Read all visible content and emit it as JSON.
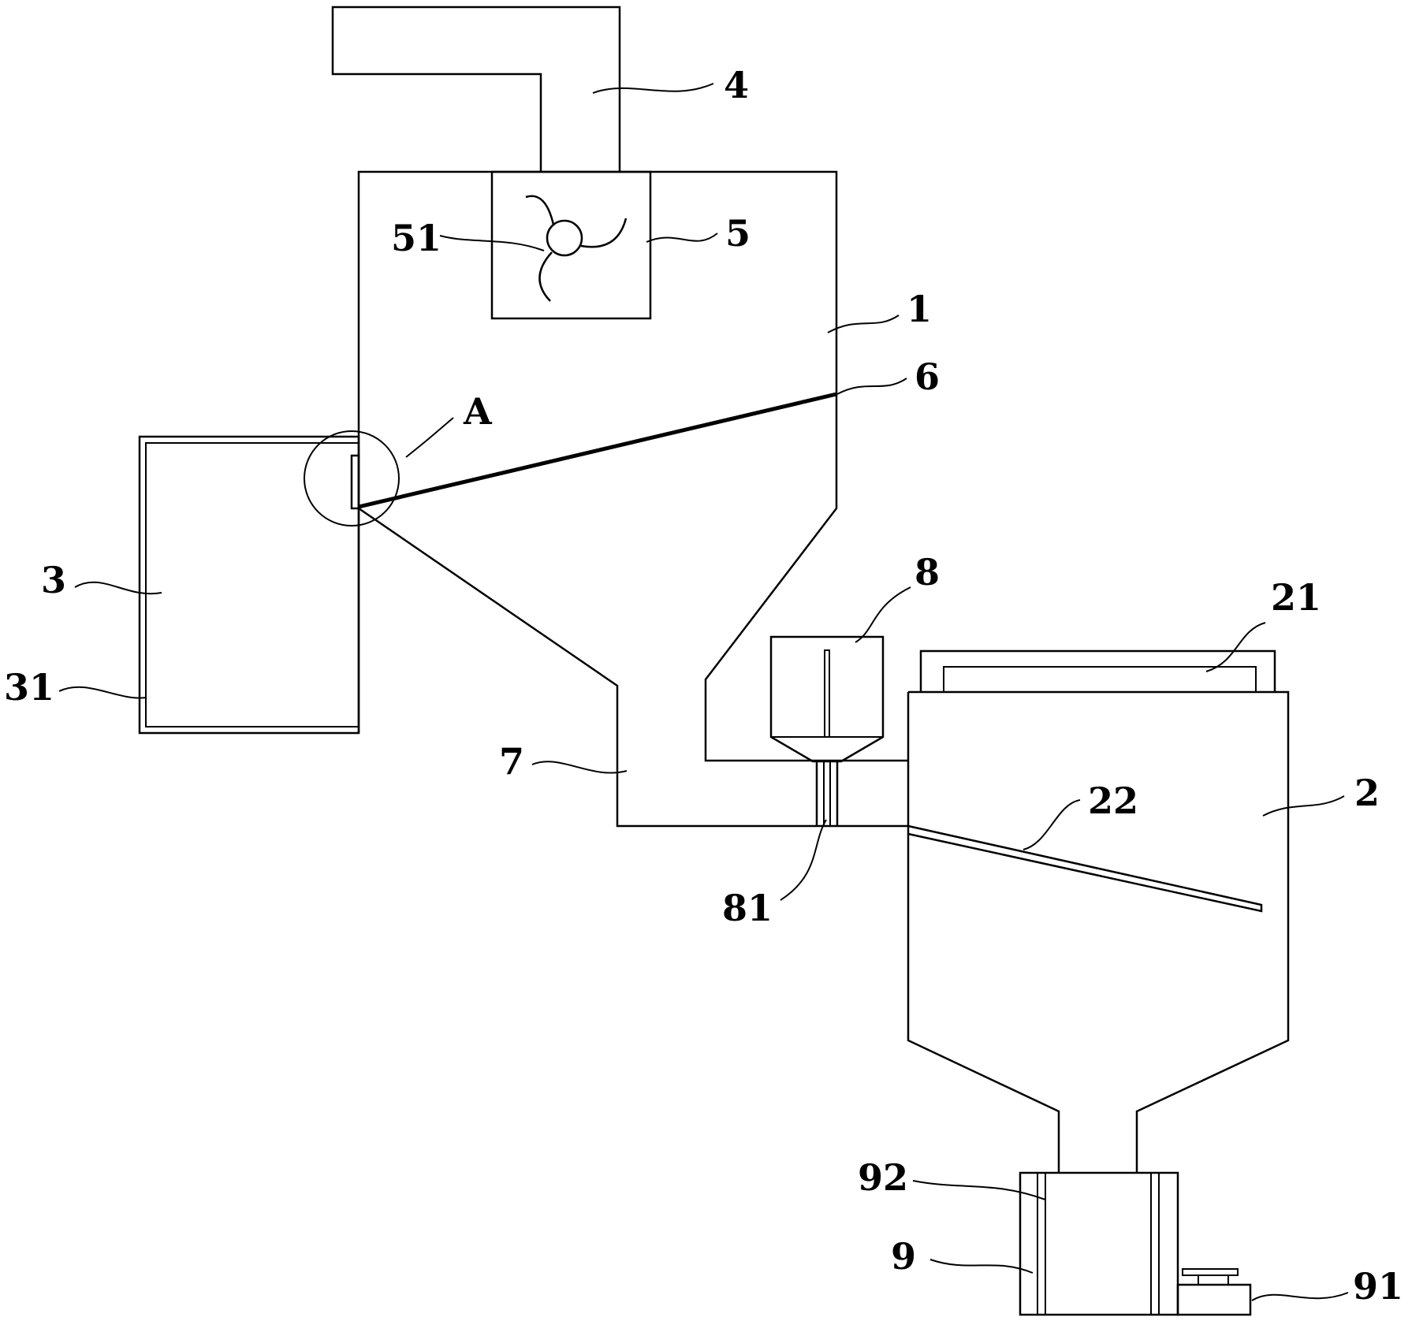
{
  "diagram": {
    "labels": {
      "l1": "1",
      "l2": "2",
      "l3": "3",
      "l4": "4",
      "l5": "5",
      "l6": "6",
      "l7": "7",
      "l8": "8",
      "l9": "9",
      "l21": "21",
      "l22": "22",
      "l31": "31",
      "l51": "51",
      "l81": "81",
      "l91": "91",
      "l92": "92",
      "lA": "A"
    }
  }
}
